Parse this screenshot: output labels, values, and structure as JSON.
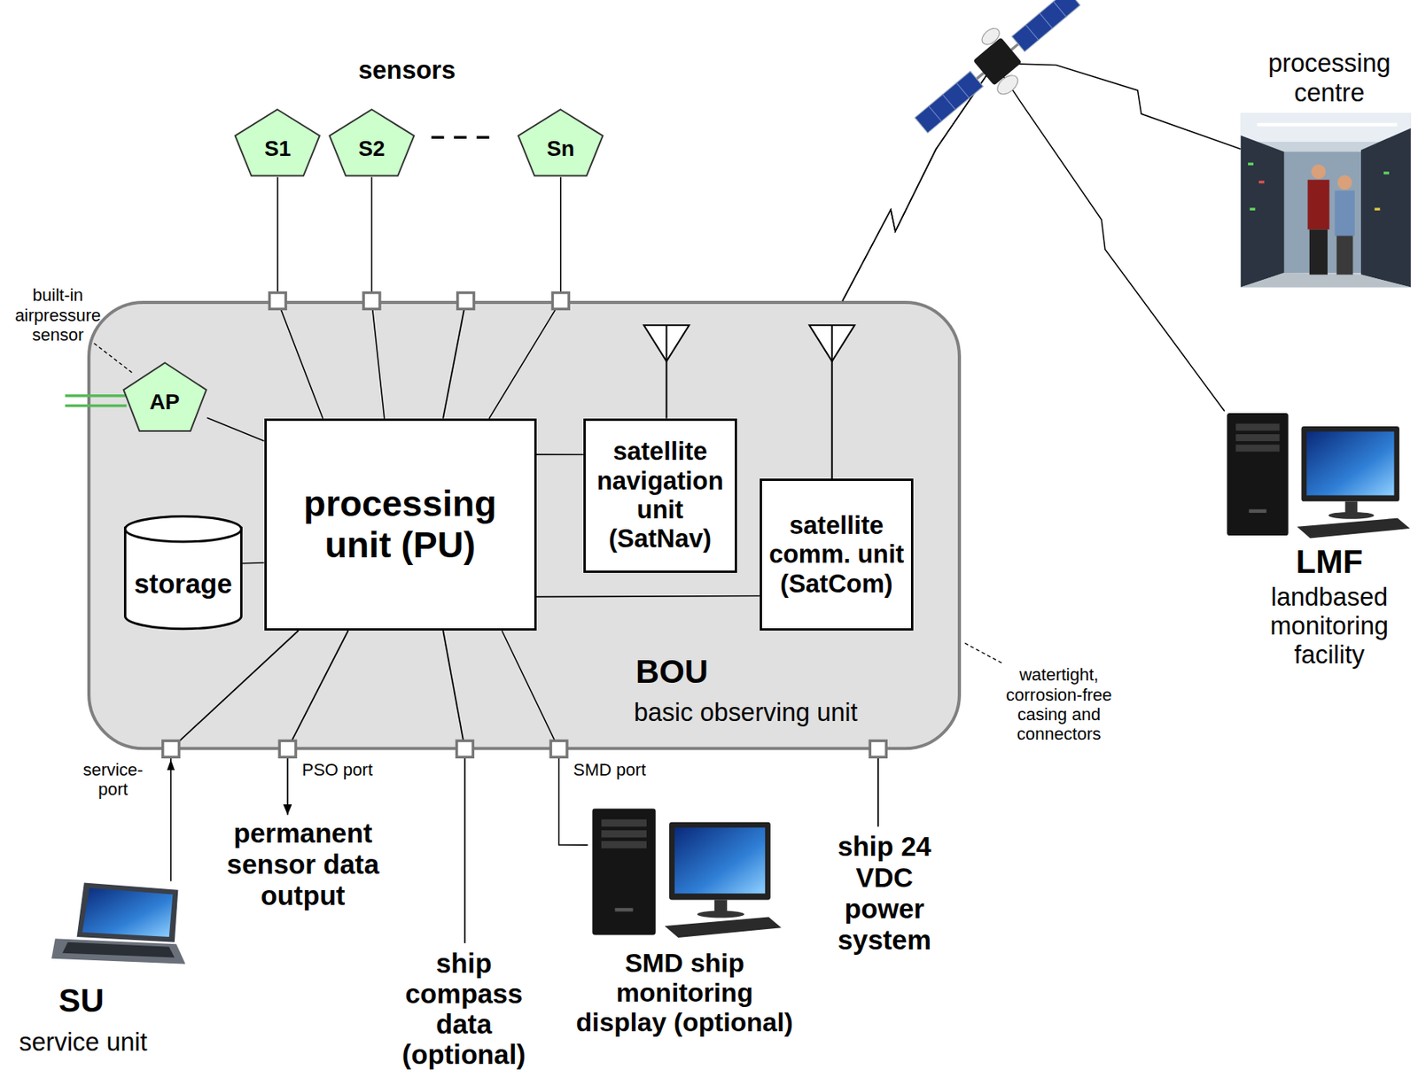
{
  "diagram": {
    "nodes": [
      {
        "text": [
          "S1"
        ]
      },
      {
        "text": [
          "S2"
        ]
      },
      {
        "text": [
          "Sn"
        ]
      },
      {
        "text": [
          "BOU",
          "basic observing unit"
        ]
      },
      {
        "text": [
          "AP"
        ],
        "in": 3
      },
      {
        "text": [
          "processing unit (PU)"
        ],
        "in": 3
      },
      {
        "text": [
          "storage"
        ],
        "in": 3
      },
      {
        "text": [
          "satellite navigation unit (SatNav)"
        ],
        "in": 3
      },
      {
        "text": [
          "satellite comm. unit (SatCom)"
        ],
        "in": 3
      },
      {
        "text": [
          "processing centre"
        ]
      },
      {
        "text": [
          "LMF",
          "landbased monitoring facility"
        ]
      },
      {
        "text": [
          "SU",
          "service unit"
        ]
      },
      {
        "text": [
          "SMD ship monitoring display (optional)"
        ]
      }
    ],
    "edges": [
      {
        "from": 0,
        "to": 5,
        "arrow": "none"
      },
      {
        "from": 1,
        "to": 5,
        "arrow": "none"
      },
      {
        "from": 2,
        "to": 5,
        "arrow": "none"
      },
      {
        "from": 4,
        "to": 5,
        "arrow": "none"
      },
      {
        "from": 6,
        "to": 5,
        "arrow": "none"
      },
      {
        "from": 5,
        "to": 7,
        "arrow": "none"
      },
      {
        "from": 5,
        "to": 8,
        "arrow": "none"
      },
      {
        "from": 3,
        "to": 9,
        "arrow": "none"
      },
      {
        "from": 3,
        "to": 10,
        "arrow": "none"
      },
      {
        "from": 11,
        "to": 3,
        "arrow": "to"
      },
      {
        "from": 5,
        "to": 12,
        "arrow": "none"
      }
    ],
    "labels": [
      "sensors",
      "built-in airpressure sensor",
      "watertight, corrosion-free casing and connectors",
      "service-port",
      "PSO port",
      "SMD port",
      "permanent sensor data output",
      "ship compass data (optional)",
      "ship 24 VDC power system"
    ]
  }
}
